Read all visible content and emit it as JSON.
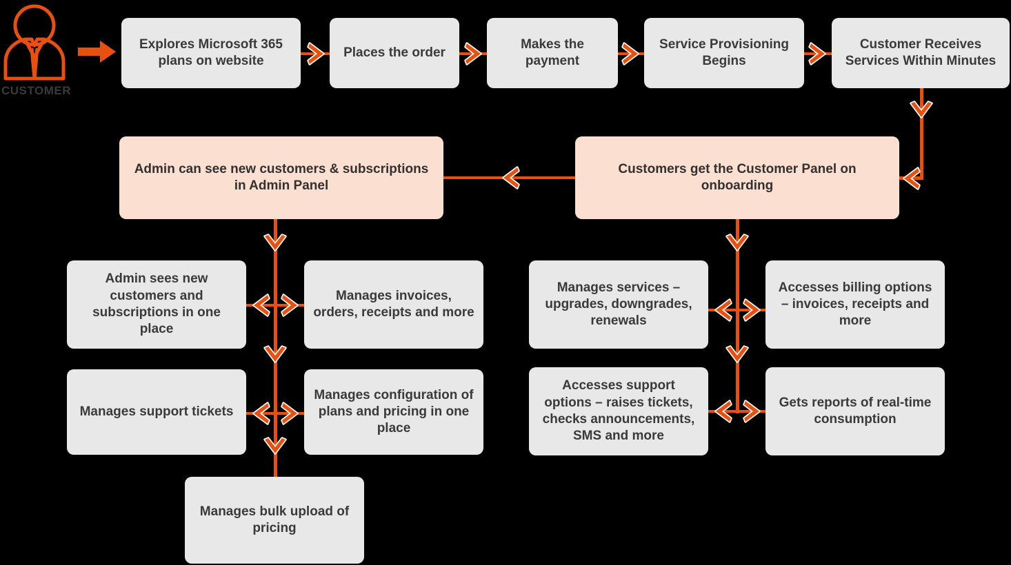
{
  "theme": {
    "background": "#000000",
    "accent": "#e8500f",
    "box_grey": "#e8e8e8",
    "box_pink": "#fbdfd0",
    "text_dark": "#3a3a3a"
  },
  "actor": {
    "label": "CUSTOMER",
    "icon": "customer-person-icon"
  },
  "top_flow": {
    "steps": [
      {
        "id": "explore",
        "text": "Explores Microsoft 365 plans on website"
      },
      {
        "id": "order",
        "text": "Places the order"
      },
      {
        "id": "payment",
        "text": "Makes the payment"
      },
      {
        "id": "provisioning",
        "text": "Service Provisioning Begins"
      },
      {
        "id": "receives",
        "text": "Customer Receives Services Within Minutes"
      }
    ],
    "connector_icon": "chevron-right-icon"
  },
  "panels": {
    "admin": {
      "id": "admin-panel",
      "text": "Admin can see new customers & subscriptions in Admin Panel"
    },
    "customer": {
      "id": "customer-panel",
      "text": "Customers get the Customer Panel on onboarding"
    }
  },
  "admin_branch": {
    "rows": [
      {
        "left": "Admin sees new customers and subscriptions in one place",
        "right": "Manages invoices, orders, receipts and more"
      },
      {
        "left": "Manages support tickets",
        "right": "Manages configuration of plans and pricing in one place"
      }
    ],
    "tail": "Manages bulk upload of pricing"
  },
  "customer_branch": {
    "rows": [
      {
        "left": "Manages services – upgrades, downgrades, renewals",
        "right": "Accesses billing options – invoices, receipts and more"
      },
      {
        "left": "Accesses support options – raises tickets, checks announcements, SMS and more",
        "right": "Gets reports of real-time consumption"
      }
    ]
  },
  "icons": {
    "chevron_right": "chevron-right-icon",
    "chevron_left": "chevron-left-icon",
    "chevron_down": "chevron-down-icon",
    "arrow_right_solid": "arrow-right-solid-icon"
  }
}
